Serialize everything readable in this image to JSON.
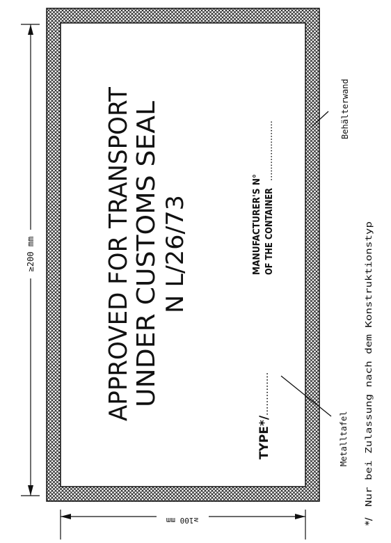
{
  "plate": {
    "line1": "APPROVED  FOR  TRANSPORT",
    "line2": "UNDER  CUSTOMS   SEAL",
    "line3": "N L/26/73",
    "type_label": "TYPE*/",
    "type_dots": "..............",
    "manufacturer_line1": "MANUFACTURER'S N°",
    "manufacturer_line2": "OF THE CONTAINER",
    "manufacturer_dots": "....................."
  },
  "dimensions": {
    "length": "≥200 mm",
    "width": "≥100 mm"
  },
  "callouts": {
    "metal_plate": "Metalltafel",
    "container_wall": "Behälterwand"
  },
  "footnote": {
    "marker": "*/",
    "text": "Nur bei Zulassung nach dem Konstruktionstyp"
  }
}
